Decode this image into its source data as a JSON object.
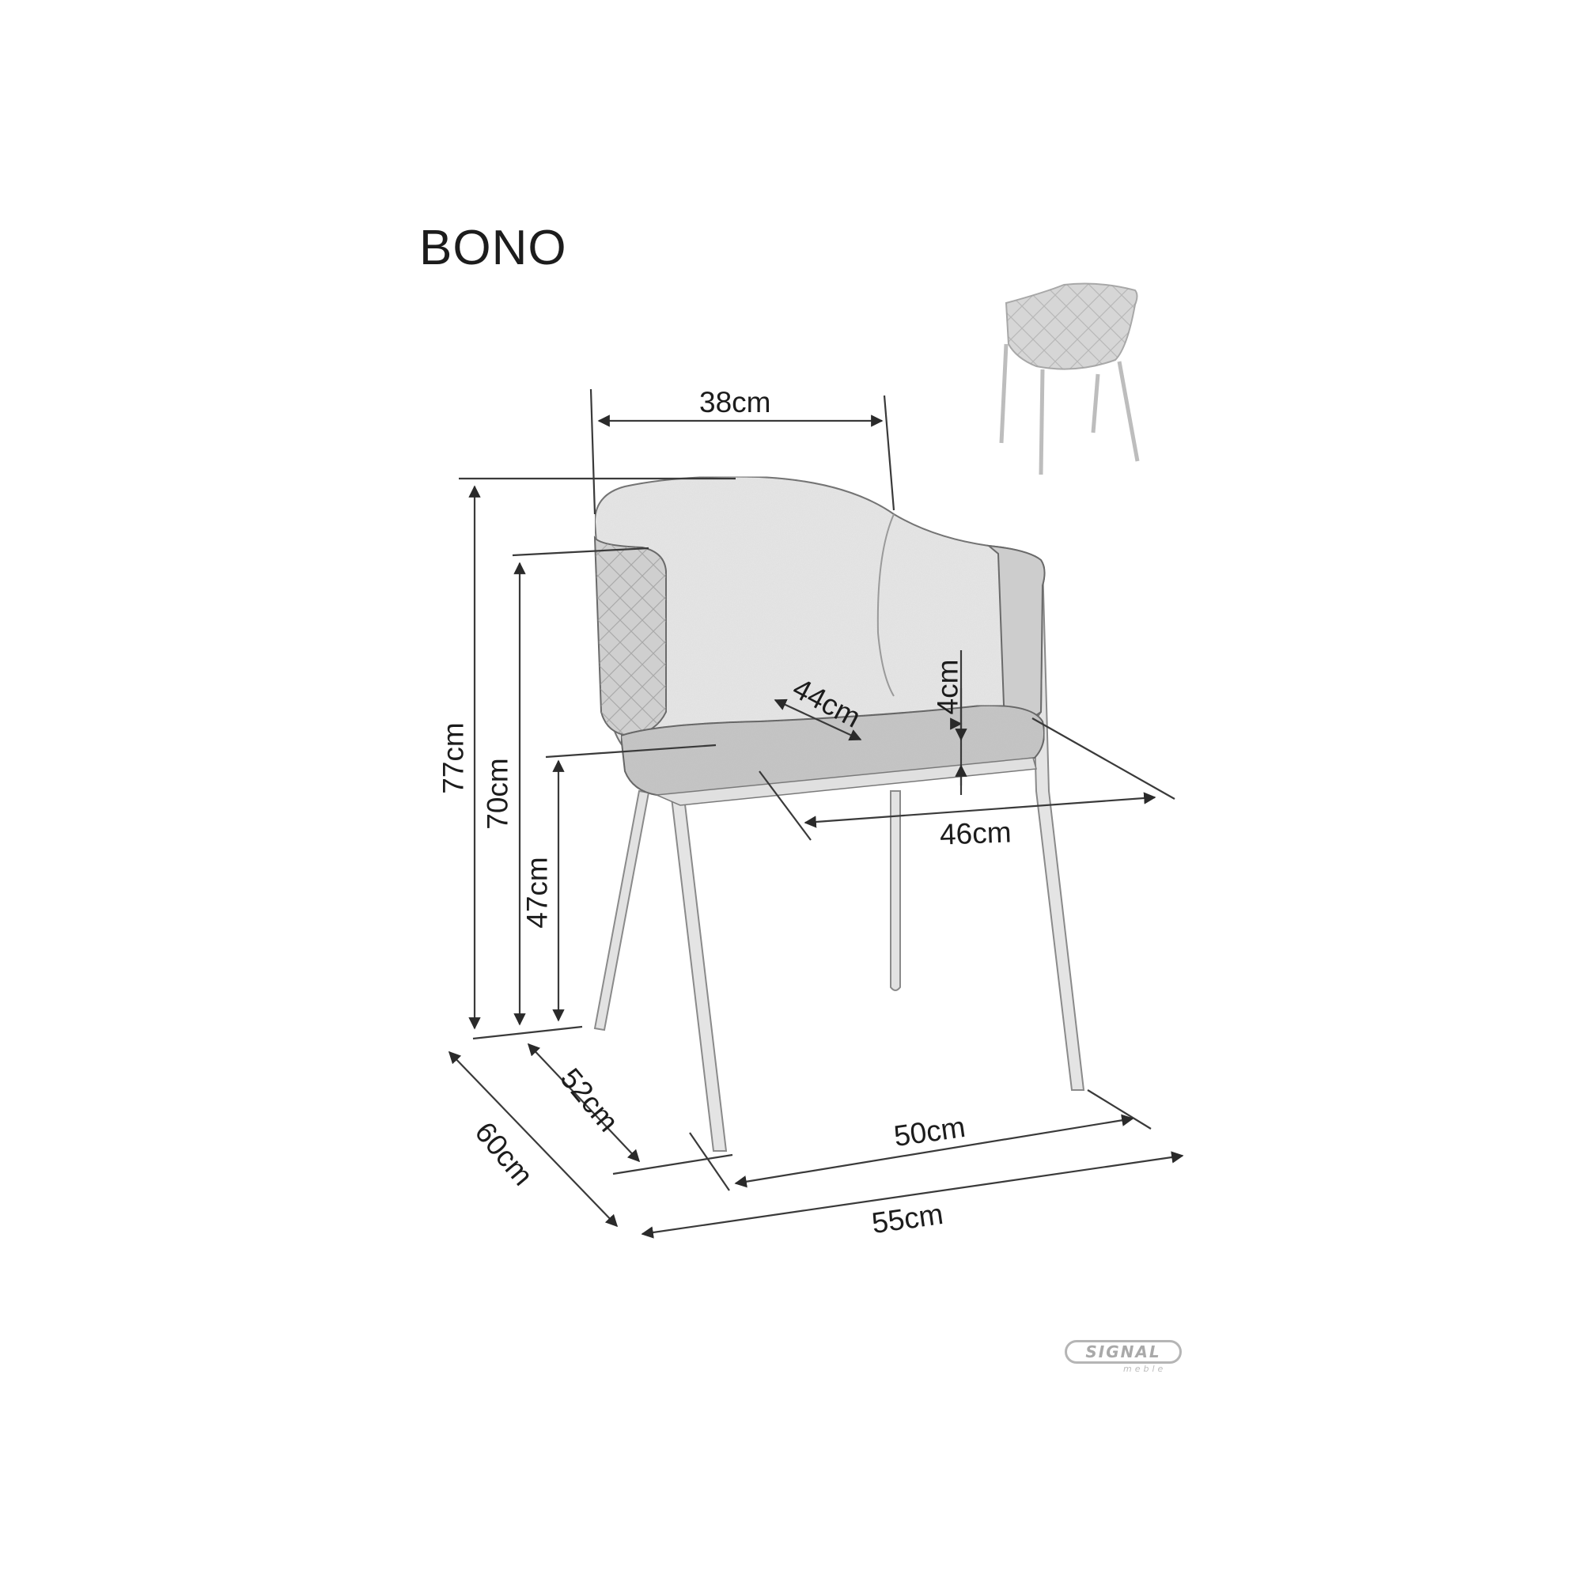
{
  "product": {
    "name": "BONO",
    "type": "chair dimension drawing"
  },
  "dimensions": {
    "backrest_width": "38cm",
    "total_height": "77cm",
    "armrest_height": "70cm",
    "seat_height": "47cm",
    "seat_depth": "44cm",
    "seat_thickness": "4cm",
    "seat_width": "46cm",
    "leg_depth": "52cm",
    "total_depth": "60cm",
    "leg_width": "50cm",
    "total_width": "55cm"
  },
  "brand": {
    "logo_text": "SIGNAL",
    "logo_subtext": "meble"
  },
  "colors": {
    "line": "#3a3a3a",
    "upholstery_light": "#e4e4e4",
    "upholstery_dark": "#c9c9c9",
    "legs": "#dedede",
    "logo": "#a9a9a9"
  }
}
